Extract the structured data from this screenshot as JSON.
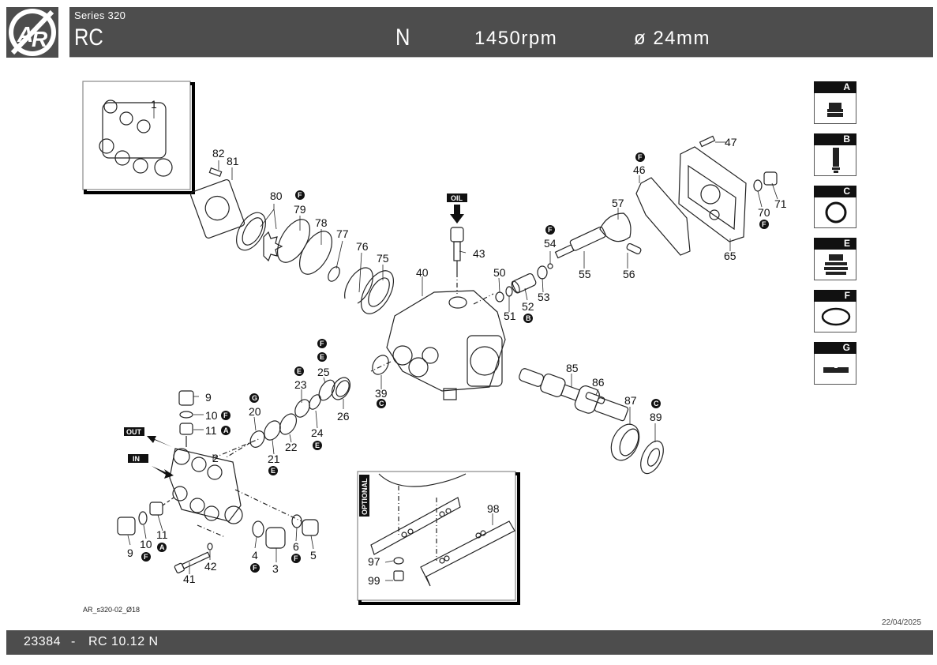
{
  "header": {
    "series": "Series 320",
    "model": "RC",
    "variant": "N",
    "rpm": "1450rpm",
    "bore": "ø 24mm"
  },
  "logo": {
    "text": "AR",
    "icon": "ar-logo-icon"
  },
  "legend": [
    {
      "letter": "A",
      "icon": "valve-kit-icon"
    },
    {
      "letter": "B",
      "icon": "piston-kit-icon"
    },
    {
      "letter": "C",
      "icon": "oil-seal-kit-icon"
    },
    {
      "letter": "E",
      "icon": "packing-kit-icon"
    },
    {
      "letter": "F",
      "icon": "o-ring-kit-icon"
    },
    {
      "letter": "G",
      "icon": "support-ring-kit-icon"
    }
  ],
  "diagram": {
    "oil_tag": "OIL",
    "out_tag": "OUT",
    "in_tag": "IN",
    "optional_tag": "OPTIONAL",
    "parts": [
      {
        "num": "1"
      },
      {
        "num": "2"
      },
      {
        "num": "3"
      },
      {
        "num": "4",
        "kit": "F"
      },
      {
        "num": "5"
      },
      {
        "num": "6",
        "kit": "F"
      },
      {
        "num": "9"
      },
      {
        "num": "9"
      },
      {
        "num": "10",
        "kit": "F"
      },
      {
        "num": "10",
        "kit": "F"
      },
      {
        "num": "11",
        "kit": "A"
      },
      {
        "num": "11",
        "kit": "A"
      },
      {
        "num": "20",
        "kit": "G"
      },
      {
        "num": "21",
        "kit": "E"
      },
      {
        "num": "22"
      },
      {
        "num": "23",
        "kit": "E"
      },
      {
        "num": "24",
        "kit": "E"
      },
      {
        "num": "25",
        "kit": "E,F"
      },
      {
        "num": "26"
      },
      {
        "num": "39",
        "kit": "C"
      },
      {
        "num": "40"
      },
      {
        "num": "41"
      },
      {
        "num": "42"
      },
      {
        "num": "43"
      },
      {
        "num": "46",
        "kit": "F"
      },
      {
        "num": "47"
      },
      {
        "num": "50"
      },
      {
        "num": "51"
      },
      {
        "num": "52",
        "kit": "B"
      },
      {
        "num": "53"
      },
      {
        "num": "54",
        "kit": "F"
      },
      {
        "num": "55"
      },
      {
        "num": "56"
      },
      {
        "num": "57"
      },
      {
        "num": "65"
      },
      {
        "num": "70",
        "kit": "F"
      },
      {
        "num": "71"
      },
      {
        "num": "75"
      },
      {
        "num": "76"
      },
      {
        "num": "77"
      },
      {
        "num": "78"
      },
      {
        "num": "79",
        "kit": "F"
      },
      {
        "num": "80"
      },
      {
        "num": "81"
      },
      {
        "num": "82"
      },
      {
        "num": "85"
      },
      {
        "num": "86"
      },
      {
        "num": "87"
      },
      {
        "num": "89",
        "kit": "C"
      },
      {
        "num": "97"
      },
      {
        "num": "98"
      },
      {
        "num": "99"
      }
    ]
  },
  "drawing_code": "AR_s320-02_Ø18",
  "date": "22/04/2025",
  "footer": {
    "code": "23384",
    "separator": "-",
    "name": "RC 10.12 N"
  }
}
